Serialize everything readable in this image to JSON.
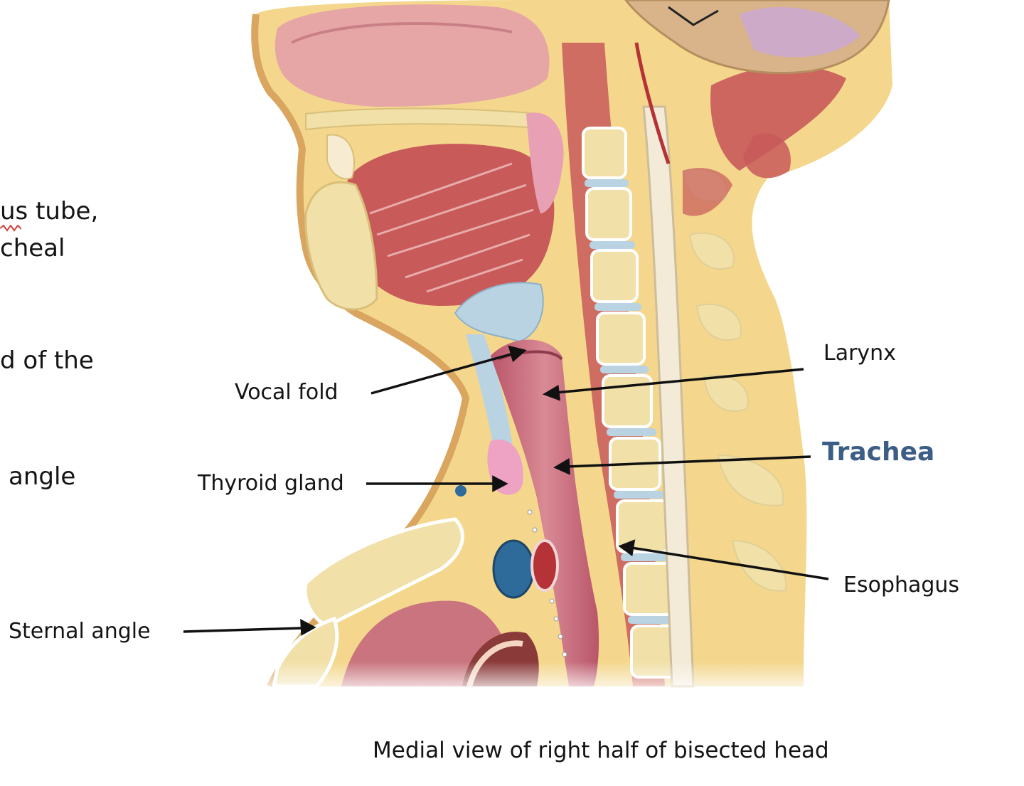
{
  "text_fragments": [
    "us tube,",
    "cheal",
    "d of the",
    "angle"
  ],
  "labels": {
    "larynx": "Larynx",
    "trachea": "Trachea",
    "vocal_fold": "Vocal fold",
    "thyroid_gland": "Thyroid gland",
    "esophagus": "Esophagus",
    "sternal_angle": "Sternal angle"
  },
  "caption": "Medial view of right half of bisected head",
  "colors": {
    "trachea_label": "#3c5d86",
    "soft_tissue": "#f4d78d",
    "muscle": "#c85a5a",
    "mucosa": "#c9747e",
    "bone": "#f1e0a8",
    "cartilage": "#b9d3e3",
    "vein": "#2e6a9a",
    "artery": "#b53236",
    "spinal_cord": "#f3ead8"
  }
}
